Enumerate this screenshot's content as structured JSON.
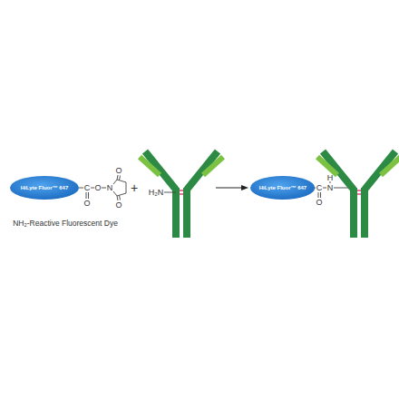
{
  "diagram": {
    "nodes": [
      {
        "text": [
          "HiLyte Fluor™ 647"
        ]
      },
      {
        "text": [
          "HiLyte Fluor™ 647"
        ]
      }
    ],
    "labels": [
      "C",
      "O",
      "N",
      "O",
      "O",
      "O",
      "NH₂-Reactive Fluorescent Dye",
      "+",
      "H₂N",
      "C",
      "N",
      "H",
      "O"
    ]
  }
}
